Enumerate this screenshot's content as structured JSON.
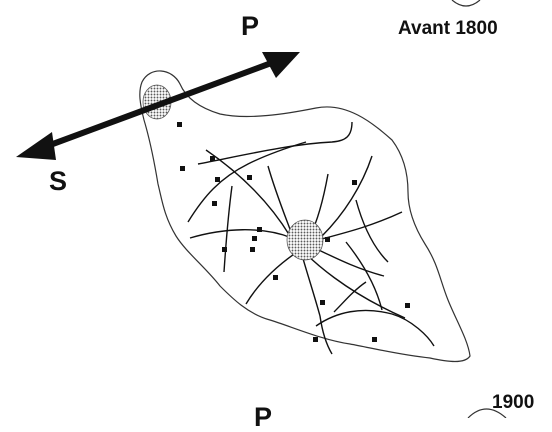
{
  "panel_top": {
    "period_label": "Avant 1800",
    "label_p": "P",
    "label_s": "S"
  },
  "panel_bottom": {
    "period_label": "1900",
    "label_p": "P"
  },
  "colors": {
    "ink": "#111111",
    "outline": "#333333",
    "hatch": "#777777",
    "background": "#ffffff"
  }
}
